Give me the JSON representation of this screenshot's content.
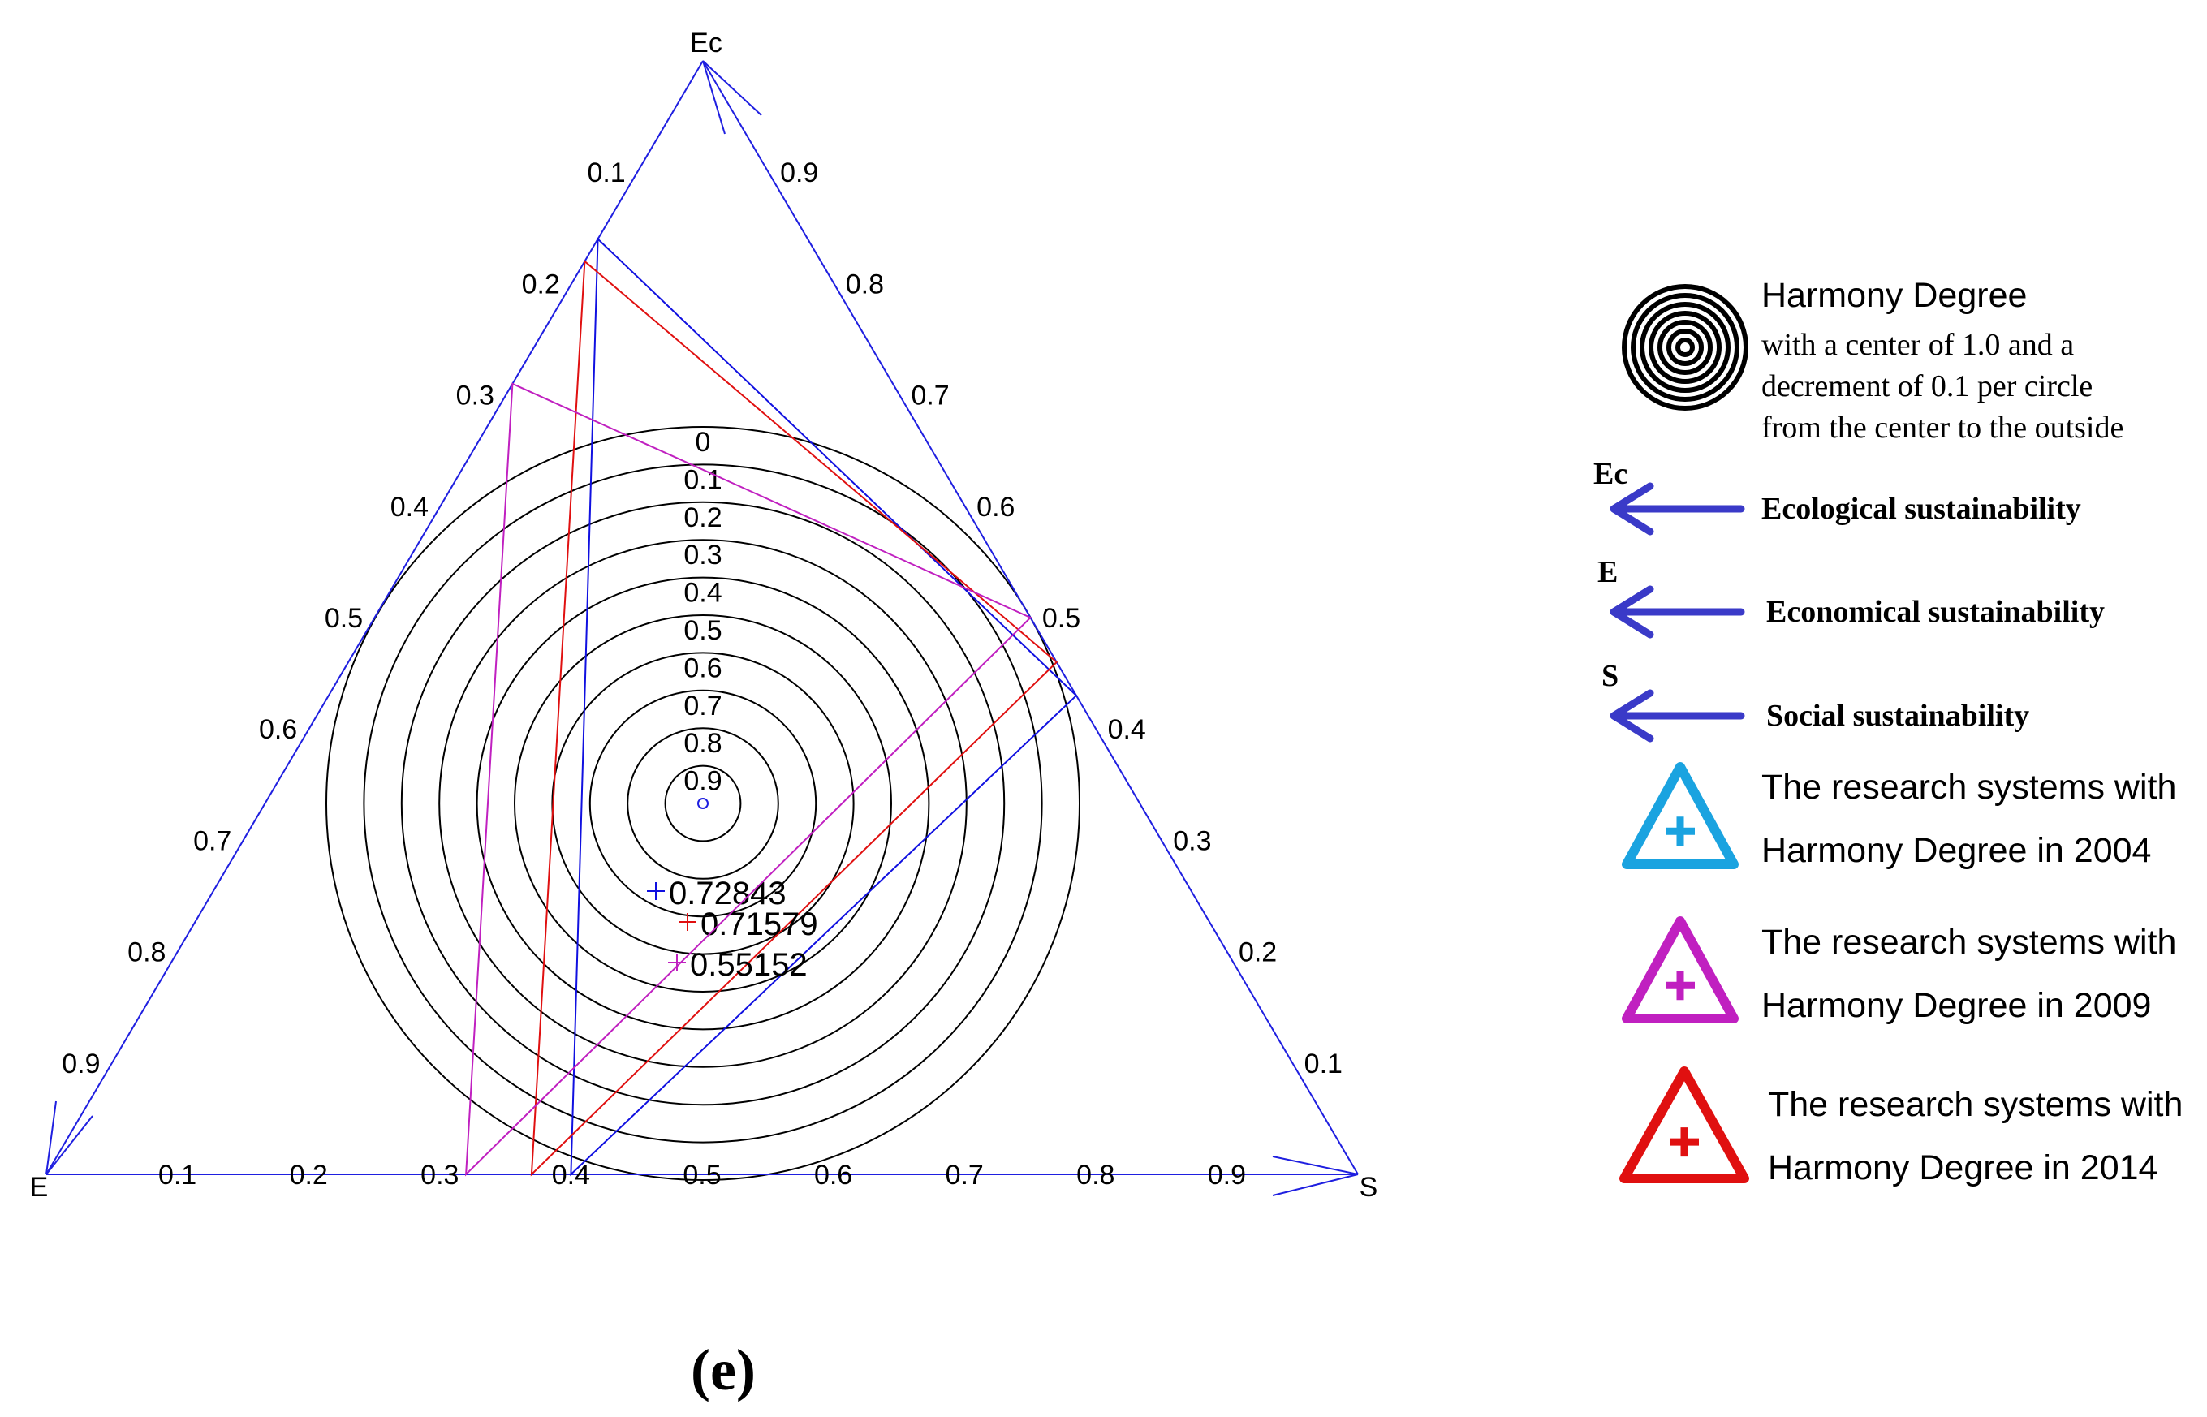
{
  "panel_label": "(e)",
  "colors": {
    "axis": "#1f1fe0",
    "ring": "#000000",
    "red": "#e01010",
    "magenta": "#c020c0",
    "blue": "#1010e0",
    "cyan": "#1aa3e0",
    "legend_arrow": "#3a3ac8"
  },
  "chart_data": {
    "type": "ternary",
    "axes": {
      "top": "Ec",
      "left": "E",
      "right": "S",
      "ticks": [
        "0.1",
        "0.2",
        "0.3",
        "0.4",
        "0.5",
        "0.6",
        "0.7",
        "0.8",
        "0.9"
      ]
    },
    "rings": {
      "count": 10,
      "labels": [
        "0",
        "0.1",
        "0.2",
        "0.3",
        "0.4",
        "0.5",
        "0.6",
        "0.7",
        "0.8",
        "0.9"
      ]
    },
    "series": [
      {
        "color": "blue",
        "label": "0.72843",
        "value": 0.72843,
        "triangle": [
          [
            0.84,
            0.16,
            0.0
          ],
          [
            0.0,
            0.6,
            0.4
          ],
          [
            0.43,
            0.0,
            0.57
          ]
        ]
      },
      {
        "color": "red",
        "label": "0.71579",
        "value": 0.71579,
        "triangle": [
          [
            0.82,
            0.18,
            0.0
          ],
          [
            0.0,
            0.63,
            0.37
          ],
          [
            0.46,
            0.0,
            0.54
          ]
        ]
      },
      {
        "color": "magenta",
        "label": "0.55152",
        "value": 0.55152,
        "triangle": [
          [
            0.71,
            0.29,
            0.0
          ],
          [
            0.0,
            0.68,
            0.32
          ],
          [
            0.5,
            0.0,
            0.5
          ]
        ]
      }
    ]
  },
  "legend": {
    "harmony": {
      "title": "Harmony Degree",
      "lines": [
        "with a center of 1.0 and a",
        "decrement of 0.1 per circle",
        "from the center to the outside"
      ]
    },
    "axes": [
      {
        "sym": "Ec",
        "label": "Ecological sustainability"
      },
      {
        "sym": "E",
        "label": "Economical sustainability"
      },
      {
        "sym": "S",
        "label": "Social sustainability"
      }
    ],
    "systems": [
      {
        "line1": "The research systems with",
        "line2": "Harmony Degree in 2004",
        "color": "cyan"
      },
      {
        "line1": "The research systems with",
        "line2": "Harmony Degree in 2009",
        "color": "magenta"
      },
      {
        "line1": "The research systems with",
        "line2": "Harmony Degree in 2014",
        "color": "red"
      }
    ]
  }
}
